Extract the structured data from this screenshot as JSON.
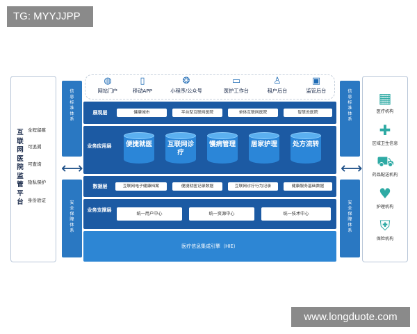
{
  "watermarks": {
    "top": "TG: MYYJJPP",
    "bottom": "www.longduote.com"
  },
  "left_panel": {
    "title": "互联网医院监管平台",
    "items": [
      "全程留痕",
      "可追溯",
      "可查询",
      "隐私保护",
      "身份验证"
    ]
  },
  "left_bars": {
    "top": "信息标准体系",
    "bottom": "安全保障体系"
  },
  "right_bars": {
    "top": "信息标准体系",
    "bottom": "安全保障体系"
  },
  "right_panel": {
    "items": [
      {
        "label": "医疗机构",
        "icon": "hospital-building-icon"
      },
      {
        "label": "区域卫生信息",
        "icon": "medical-cross-icon"
      },
      {
        "label": "药品配送机构",
        "icon": "delivery-truck-icon"
      },
      {
        "label": "护理机构",
        "icon": "care-hand-icon"
      },
      {
        "label": "保险机构",
        "icon": "insurance-shield-icon"
      }
    ]
  },
  "access": {
    "items": [
      {
        "label": "网站门户",
        "icon": "portal-icon"
      },
      {
        "label": "移动APP",
        "icon": "mobile-icon"
      },
      {
        "label": "小程序/公众号",
        "icon": "mini-program-icon"
      },
      {
        "label": "医护工作台",
        "icon": "workstation-icon"
      },
      {
        "label": "租户后台",
        "icon": "tenant-user-icon"
      },
      {
        "label": "监管后台",
        "icon": "monitor-icon"
      }
    ]
  },
  "layers": {
    "presentation": {
      "label": "展现层",
      "items": [
        "健康城市",
        "平台型互联网医院",
        "单体互联网医院",
        "智慧云医院"
      ]
    },
    "business_app": {
      "label": "业务应用层",
      "items": [
        "便捷就医",
        "互联网诊疗",
        "慢病管理",
        "居家护理",
        "处方流转"
      ]
    },
    "data": {
      "label": "数据层",
      "items": [
        "互联网电子健康档案",
        "便捷就医记录数据",
        "互联网诊疗行为记录",
        "健康服务基础数据"
      ]
    },
    "business_support": {
      "label": "业务支撑层",
      "items": [
        "统一用户中心",
        "统一资源中心",
        "统一技术中心"
      ]
    },
    "hie": "医疗信息集成引擎（HIE）"
  }
}
